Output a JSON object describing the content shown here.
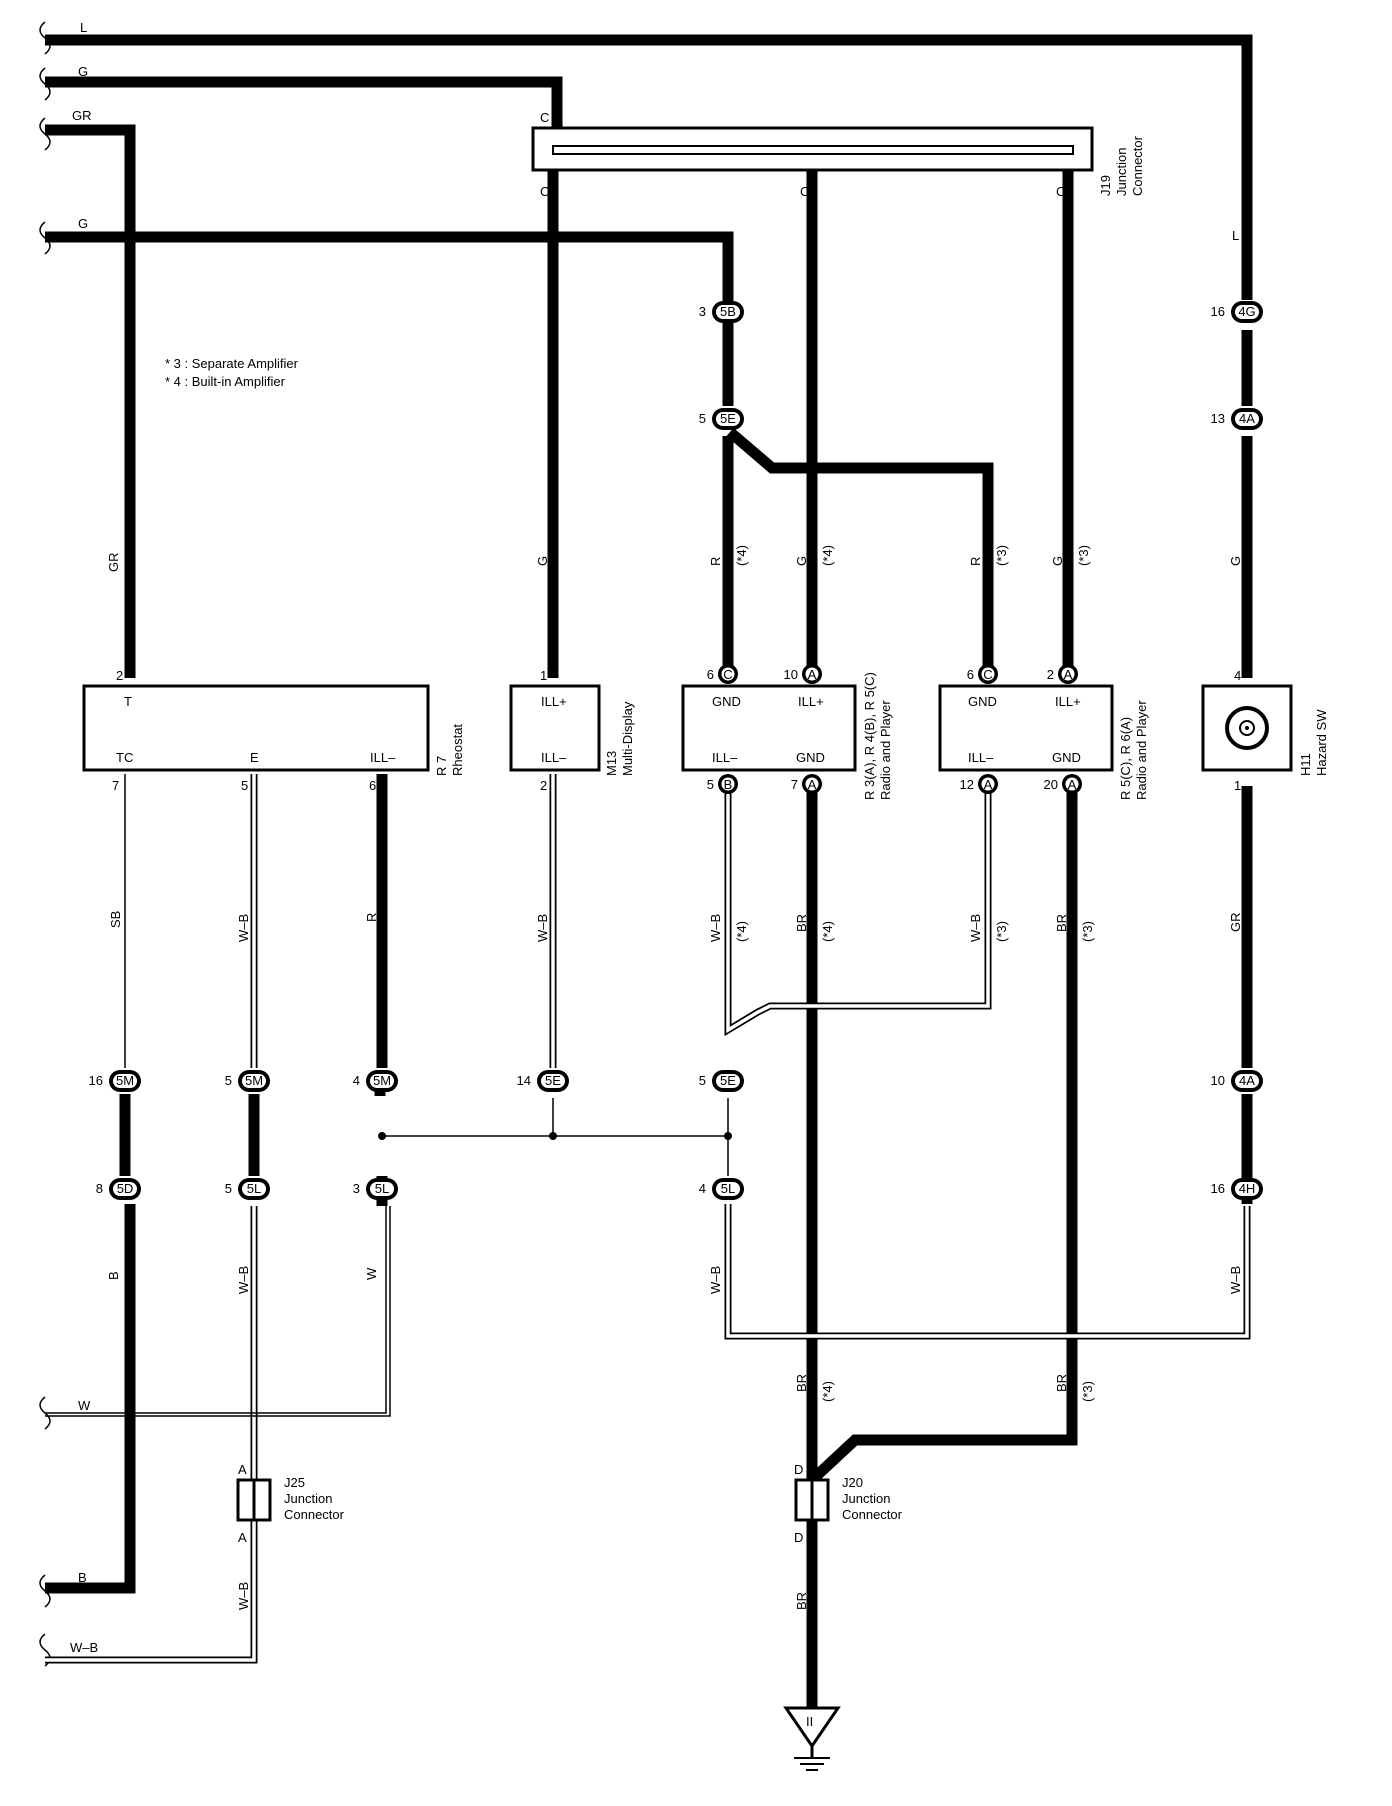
{
  "notes": [
    "* 3 : Separate Amplifier",
    "* 4 : Built-in Amplifier"
  ],
  "left_inputs": {
    "l": "L",
    "g1": "G",
    "gr": "GR",
    "g2": "G",
    "w": "W",
    "b": "B",
    "wb": "W–B"
  },
  "wire_labels": {
    "gr_v": "GR",
    "g_m13": "G",
    "r_4": "R",
    "g_4": "G",
    "r_3": "R",
    "g_3": "G",
    "g_h11": "G",
    "note4": "(*4)",
    "note3": "(*3)",
    "sb": "SB",
    "wb_r7": "W–B",
    "r_r7": "R",
    "wb_m13": "W–B",
    "wb_4": "W–B",
    "br_4": "BR",
    "wb_3": "W–B",
    "br_3": "BR",
    "gr_h11": "GR",
    "b_v": "B",
    "wb_5l": "W–B",
    "w_v": "W",
    "wb_4l": "W–B",
    "wb_4h": "W–B",
    "br_low4": "BR",
    "br_low3": "BR",
    "wb_j25": "W–B",
    "br_j20": "BR"
  },
  "j19": {
    "id": "J19",
    "name": "Junction",
    "name2": "Connector",
    "pin": "C"
  },
  "j25": {
    "id": "J25",
    "name": "Junction",
    "name2": "Connector",
    "pin": "A"
  },
  "j20": {
    "id": "J20",
    "name": "Junction",
    "name2": "Connector",
    "pin": "D"
  },
  "ground": {
    "symbol": "II"
  },
  "connectors": {
    "c5B": {
      "pin": "3",
      "code": "5B"
    },
    "c5E_top": {
      "pin": "5",
      "code": "5E"
    },
    "c4G": {
      "pin": "16",
      "code": "4G"
    },
    "c4A_top": {
      "pin": "13",
      "code": "4A"
    },
    "c5M_16": {
      "pin": "16",
      "code": "5M"
    },
    "c5M_5": {
      "pin": "5",
      "code": "5M"
    },
    "c5M_4": {
      "pin": "4",
      "code": "5M"
    },
    "c5E_14": {
      "pin": "14",
      "code": "5E"
    },
    "c5E_5": {
      "pin": "5",
      "code": "5E"
    },
    "c4A_10": {
      "pin": "10",
      "code": "4A"
    },
    "c5D_8": {
      "pin": "8",
      "code": "5D"
    },
    "c5L_5": {
      "pin": "5",
      "code": "5L"
    },
    "c5L_3": {
      "pin": "3",
      "code": "5L"
    },
    "c5L_4": {
      "pin": "4",
      "code": "5L"
    },
    "c4H_16": {
      "pin": "16",
      "code": "4H"
    }
  },
  "r7": {
    "id": "R 7",
    "name": "Rheostat",
    "t": "T",
    "tc": "TC",
    "e": "E",
    "ill": "ILL–",
    "pin_t": "2",
    "pin_tc": "7",
    "pin_e": "5",
    "pin_ill": "6"
  },
  "m13": {
    "id": "M13",
    "name": "Multi-Display",
    "illp": "ILL+",
    "illm": "ILL–",
    "pin_top": "1",
    "pin_bot": "2"
  },
  "r3": {
    "id": "R 3(A), R 4(B), R 5(C)",
    "name": "Radio and Player",
    "gnd": "GND",
    "illp": "ILL+",
    "illm": "ILL–",
    "gnd2": "GND",
    "p_gnd": "6",
    "c_gnd": "C",
    "p_ill": "10",
    "c_ill": "A",
    "p_illm": "5",
    "c_illm": "B",
    "p_gnd2": "7",
    "c_gnd2": "A"
  },
  "r5": {
    "id": "R 5(C), R 6(A)",
    "name": "Radio and Player",
    "gnd": "GND",
    "illp": "ILL+",
    "illm": "ILL–",
    "gnd2": "GND",
    "p_gnd": "6",
    "c_gnd": "C",
    "p_ill": "2",
    "c_ill": "A",
    "p_illm": "12",
    "c_illm": "A",
    "p_gnd2": "20",
    "c_gnd2": "A"
  },
  "h11": {
    "id": "H11",
    "name": "Hazard SW",
    "pin_top": "4",
    "pin_bot": "1"
  }
}
